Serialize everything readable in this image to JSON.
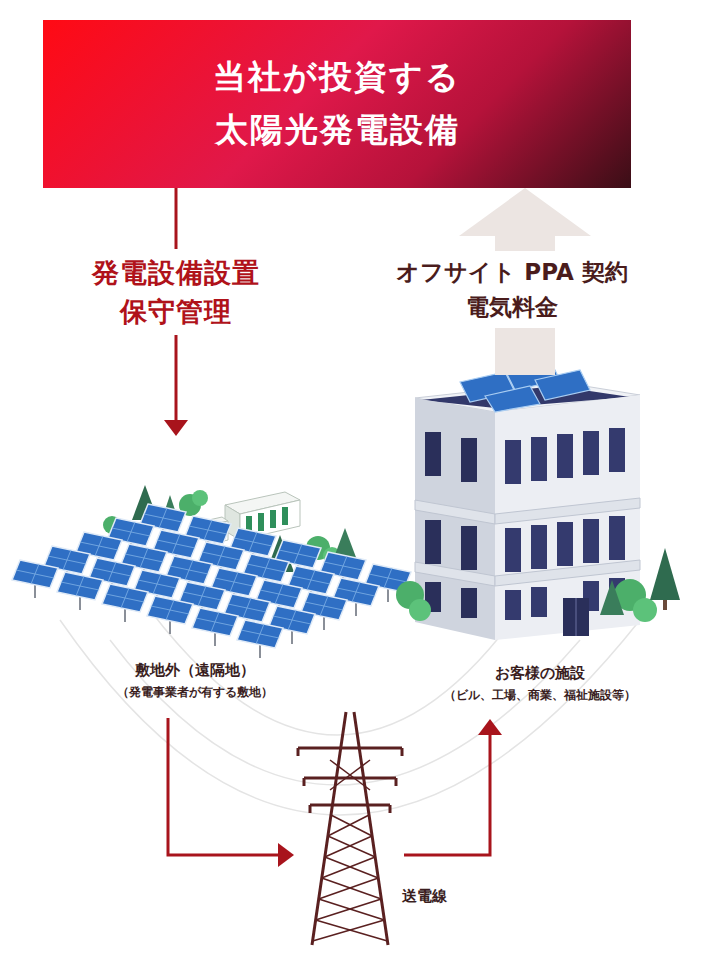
{
  "diagram": {
    "nodes": [
      {
        "text": [
          "当社が投資する 太陽光発電設備"
        ]
      },
      {
        "text": [
          "敷地外（遠隔地）",
          "（発電事業者が有する敷地）"
        ]
      },
      {
        "text": [
          "お客様の施設",
          "（ビル、工場、商業、福祉施設等）"
        ]
      },
      {
        "text": [
          "送電線"
        ]
      }
    ],
    "edges": [
      {
        "from": 0,
        "to": 1,
        "arrow": "to",
        "label": "発電設備設置 保守管理"
      },
      {
        "from": 2,
        "to": 0,
        "arrow": "to",
        "label": "オフサイト PPA 契約 電気料金"
      },
      {
        "from": 1,
        "to": 3,
        "arrow": "to"
      },
      {
        "from": 3,
        "to": 2,
        "arrow": "to"
      }
    ]
  }
}
